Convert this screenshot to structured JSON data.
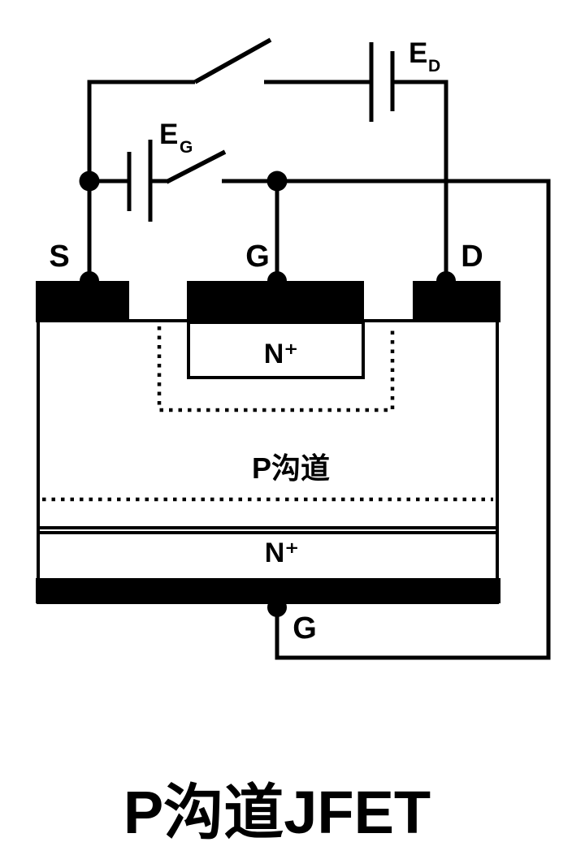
{
  "figure": {
    "title": "P沟道JFET"
  },
  "terminals": {
    "source": "S",
    "gate_top": "G",
    "drain": "D",
    "gate_bottom": "G"
  },
  "batteries": {
    "drain": {
      "name": "E",
      "sub": "D"
    },
    "gate": {
      "name": "E",
      "sub": "G"
    }
  },
  "regions": {
    "top_n_plus": "N⁺",
    "channel": "P沟道",
    "bottom_n_plus": "N⁺"
  },
  "colors": {
    "ink": "#000000",
    "background": "#ffffff"
  }
}
